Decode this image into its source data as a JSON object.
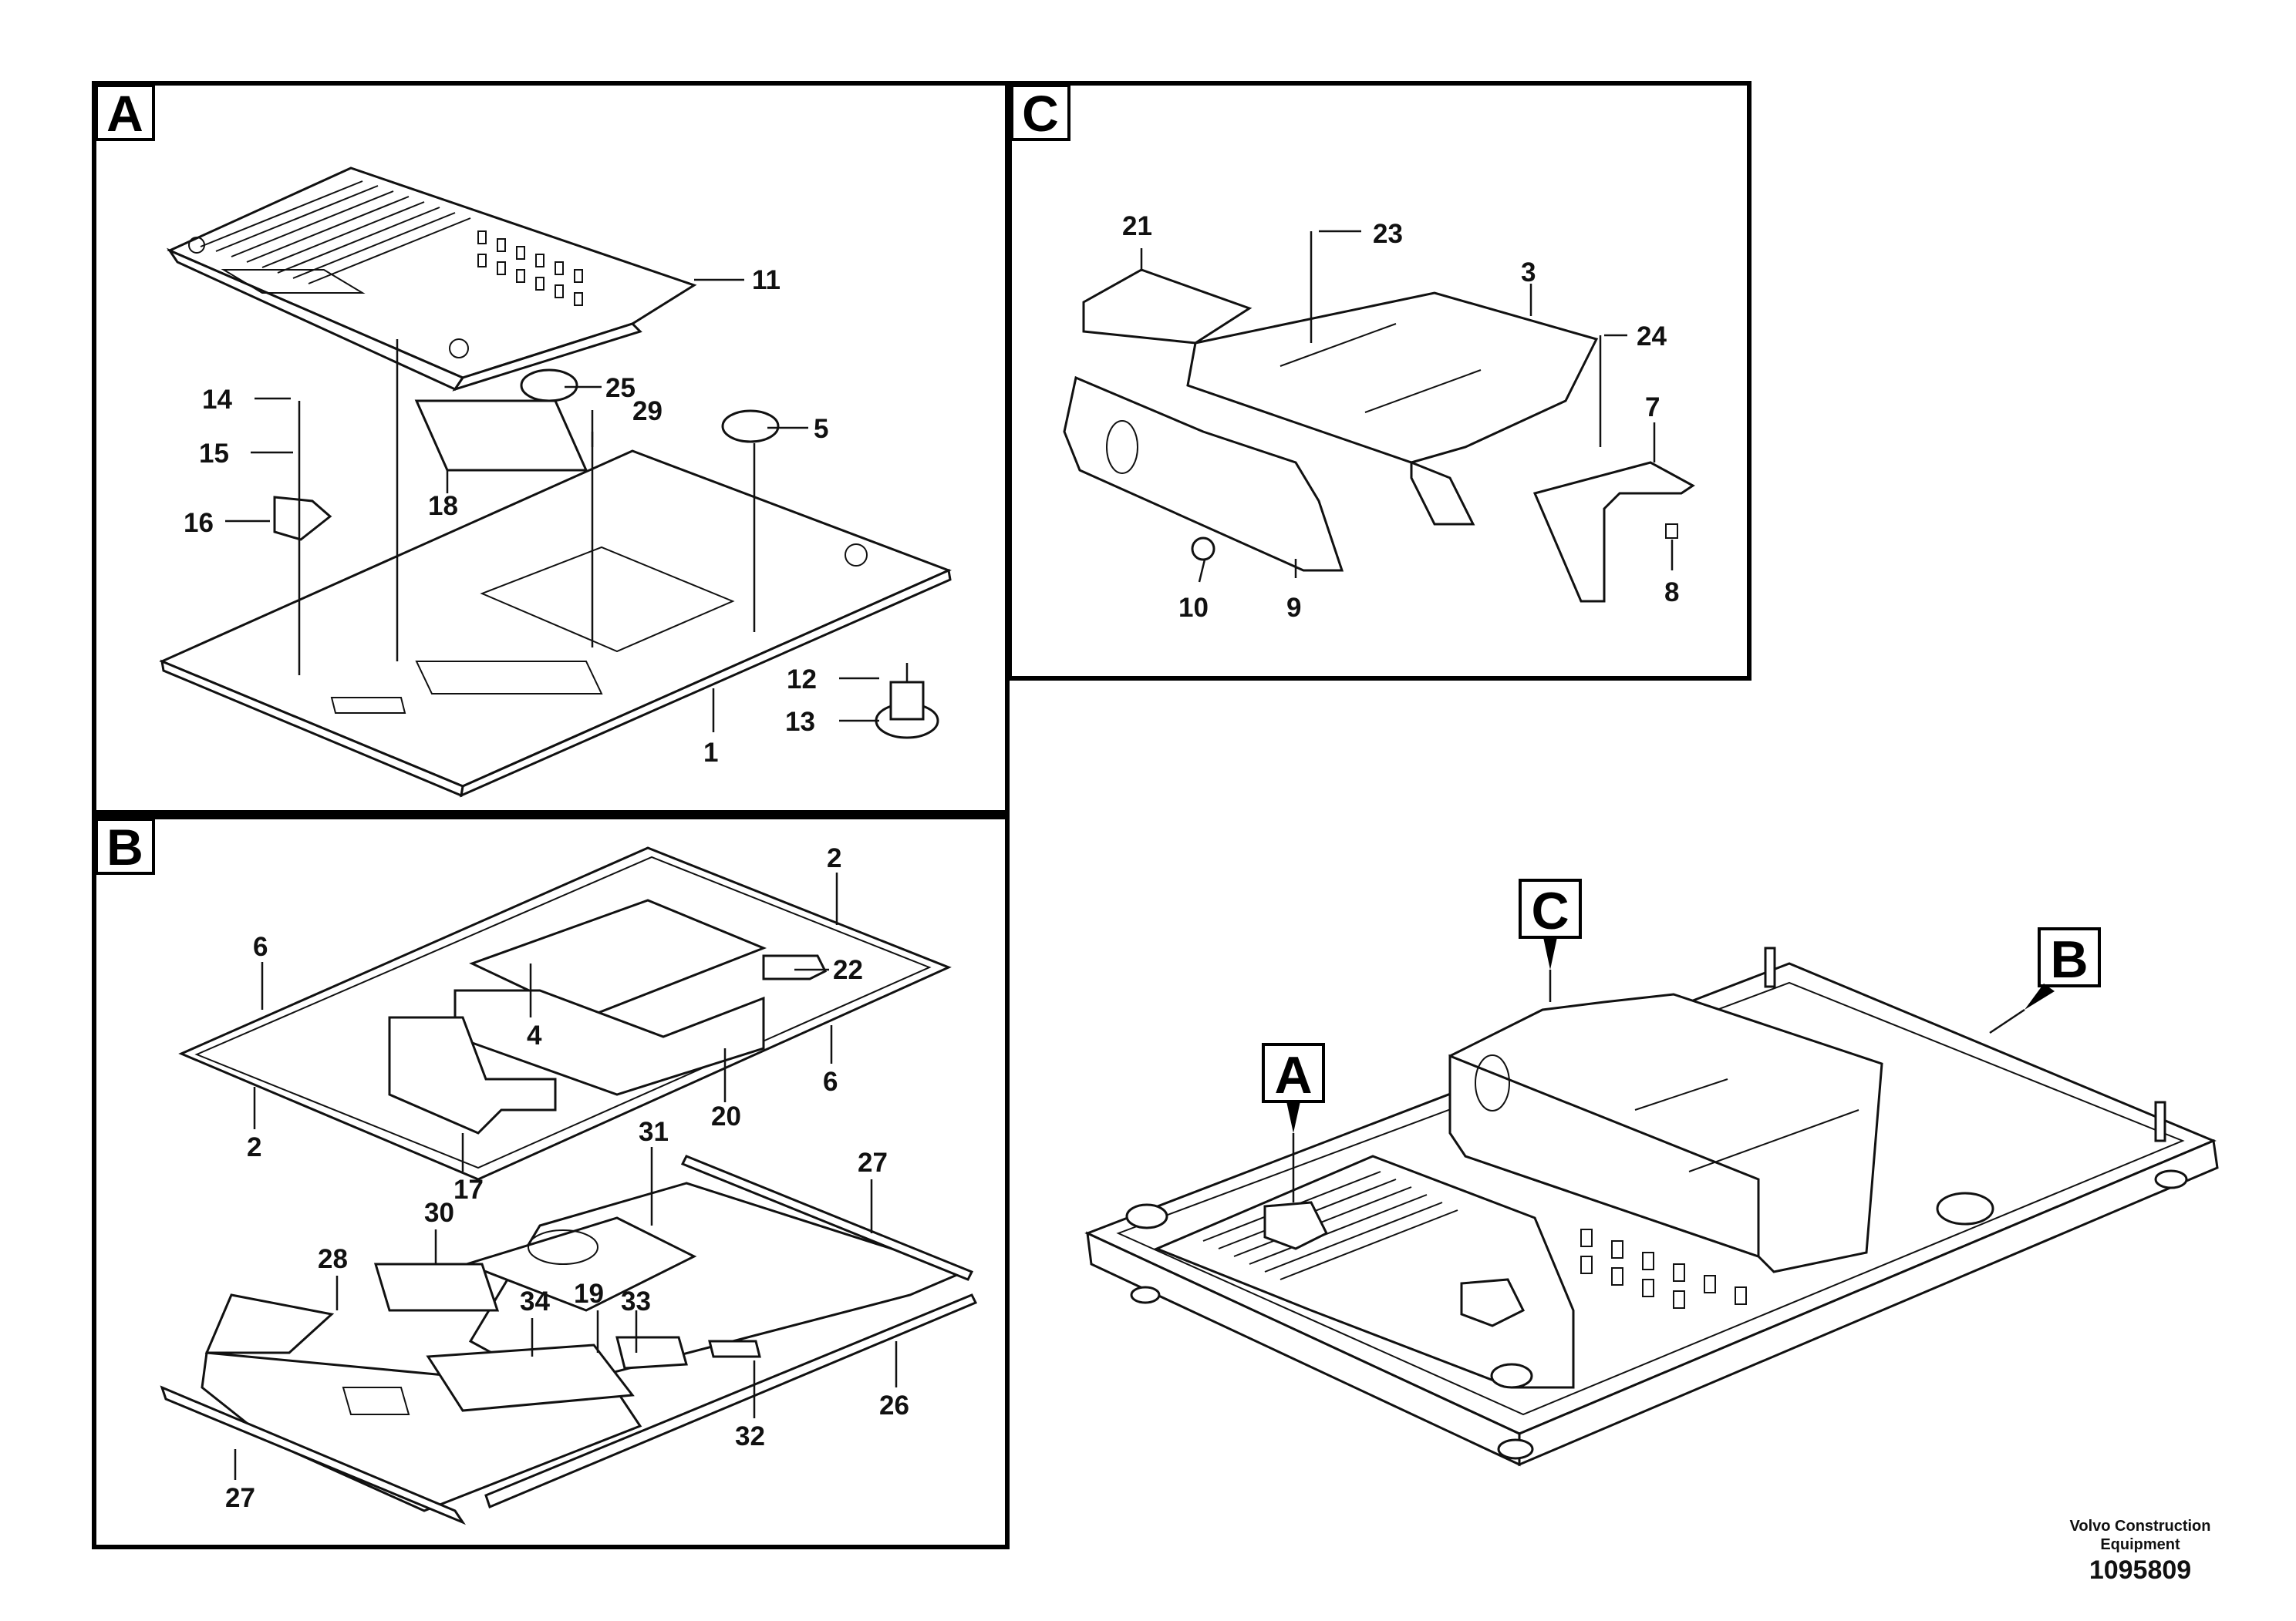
{
  "panels": {
    "A": {
      "letter": "A",
      "labels": [
        "11",
        "14",
        "15",
        "16",
        "25",
        "29",
        "5",
        "18",
        "12",
        "13",
        "1"
      ]
    },
    "B": {
      "letter": "B",
      "labels": [
        "2",
        "6",
        "22",
        "4",
        "20",
        "6",
        "17",
        "2",
        "31",
        "27",
        "30",
        "28",
        "34",
        "19",
        "33",
        "32",
        "26",
        "27"
      ]
    },
    "C": {
      "letter": "C",
      "labels": [
        "21",
        "23",
        "3",
        "24",
        "7",
        "10",
        "9",
        "8"
      ]
    }
  },
  "overview": {
    "callouts": [
      "A",
      "C",
      "B"
    ]
  },
  "footer": {
    "company_line1": "Volvo Construction",
    "company_line2": "Equipment",
    "drawing_number": "1095809"
  }
}
